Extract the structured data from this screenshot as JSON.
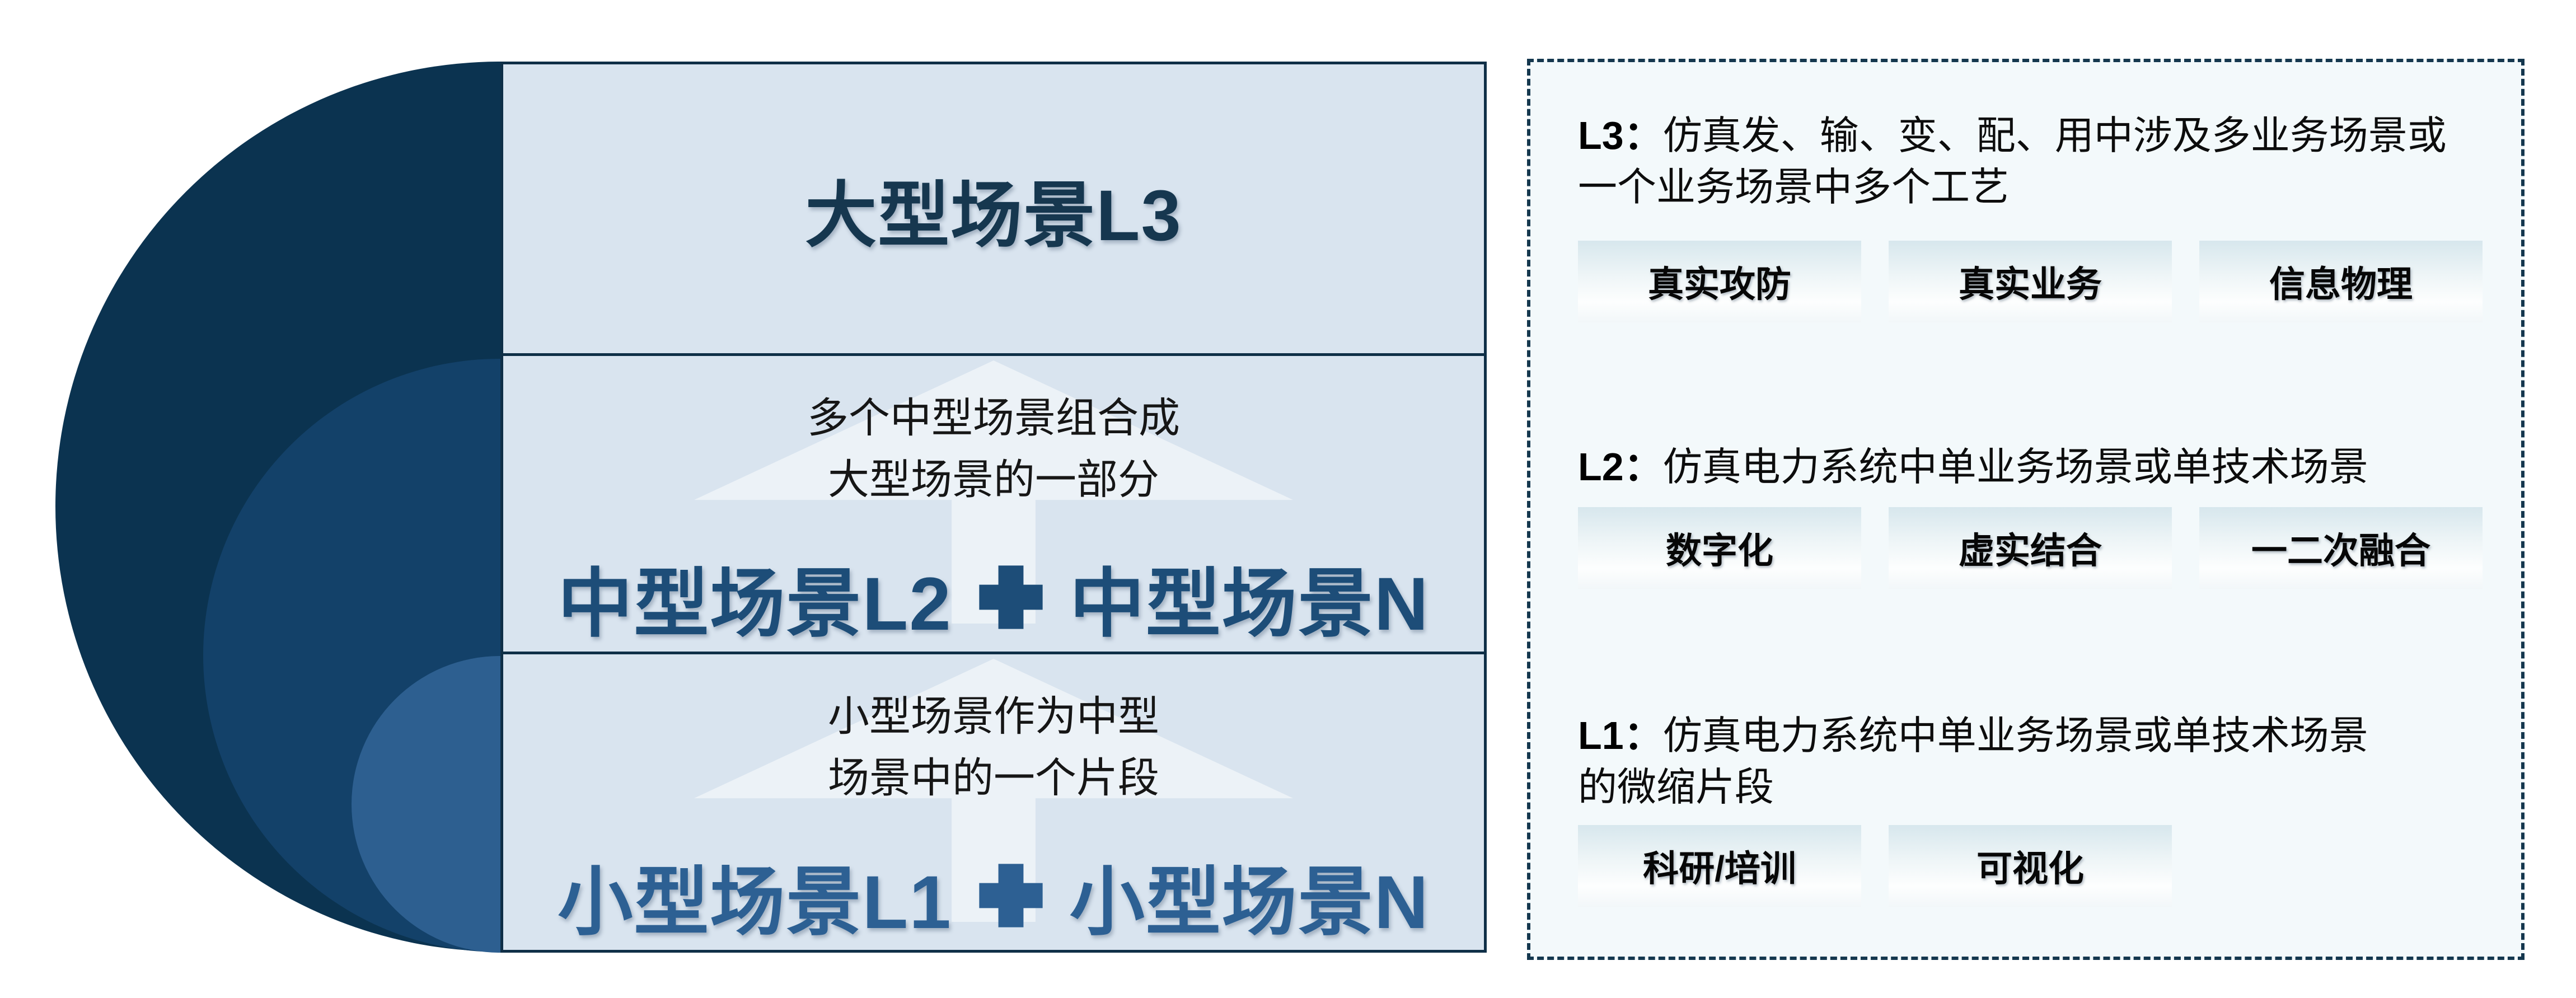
{
  "pyramid": {
    "bands": [
      {
        "title": "大型场景L3"
      },
      {
        "notes": [
          "多个中型场景组合成",
          "大型场景的一部分"
        ],
        "title_left": "中型场景L2",
        "title_right": "中型场景N"
      },
      {
        "notes": [
          "小型场景作为中型",
          "场景中的一个片段"
        ],
        "title_left": "小型场景L1",
        "title_right": "小型场景N"
      }
    ]
  },
  "panel": {
    "sections": [
      {
        "label": "L3：",
        "desc_line1": "仿真发、输、变、配、用中涉及多业务场景或",
        "desc_line2": "一个业务场景中多个工艺",
        "tags": [
          "真实攻防",
          "真实业务",
          "信息物理"
        ]
      },
      {
        "label": "L2：",
        "desc_line1": "仿真电力系统中单业务场景或单技术场景",
        "desc_line2": "",
        "tags": [
          "数字化",
          "虚实结合",
          "一二次融合"
        ]
      },
      {
        "label": "L1：",
        "desc_line1": "仿真电力系统中单业务场景或单技术场景",
        "desc_line2": "的微缩片段",
        "tags": [
          "科研/培训",
          "可视化"
        ]
      }
    ]
  },
  "colors": {
    "circle_outer": "#0b3350",
    "circle_middle": "#134169",
    "circle_inner": "#2d5f90",
    "band_background": "#d9e4ef",
    "band_border": "#0f2f47",
    "title_l3": "#16374f",
    "title_l2": "#1d4d78",
    "title_l1": "#2d6093",
    "panel_background": "#f3f9fb",
    "panel_border": "#14374e",
    "chip_gradient_top": "#d7e7ed",
    "text": "#0d0d0d"
  }
}
